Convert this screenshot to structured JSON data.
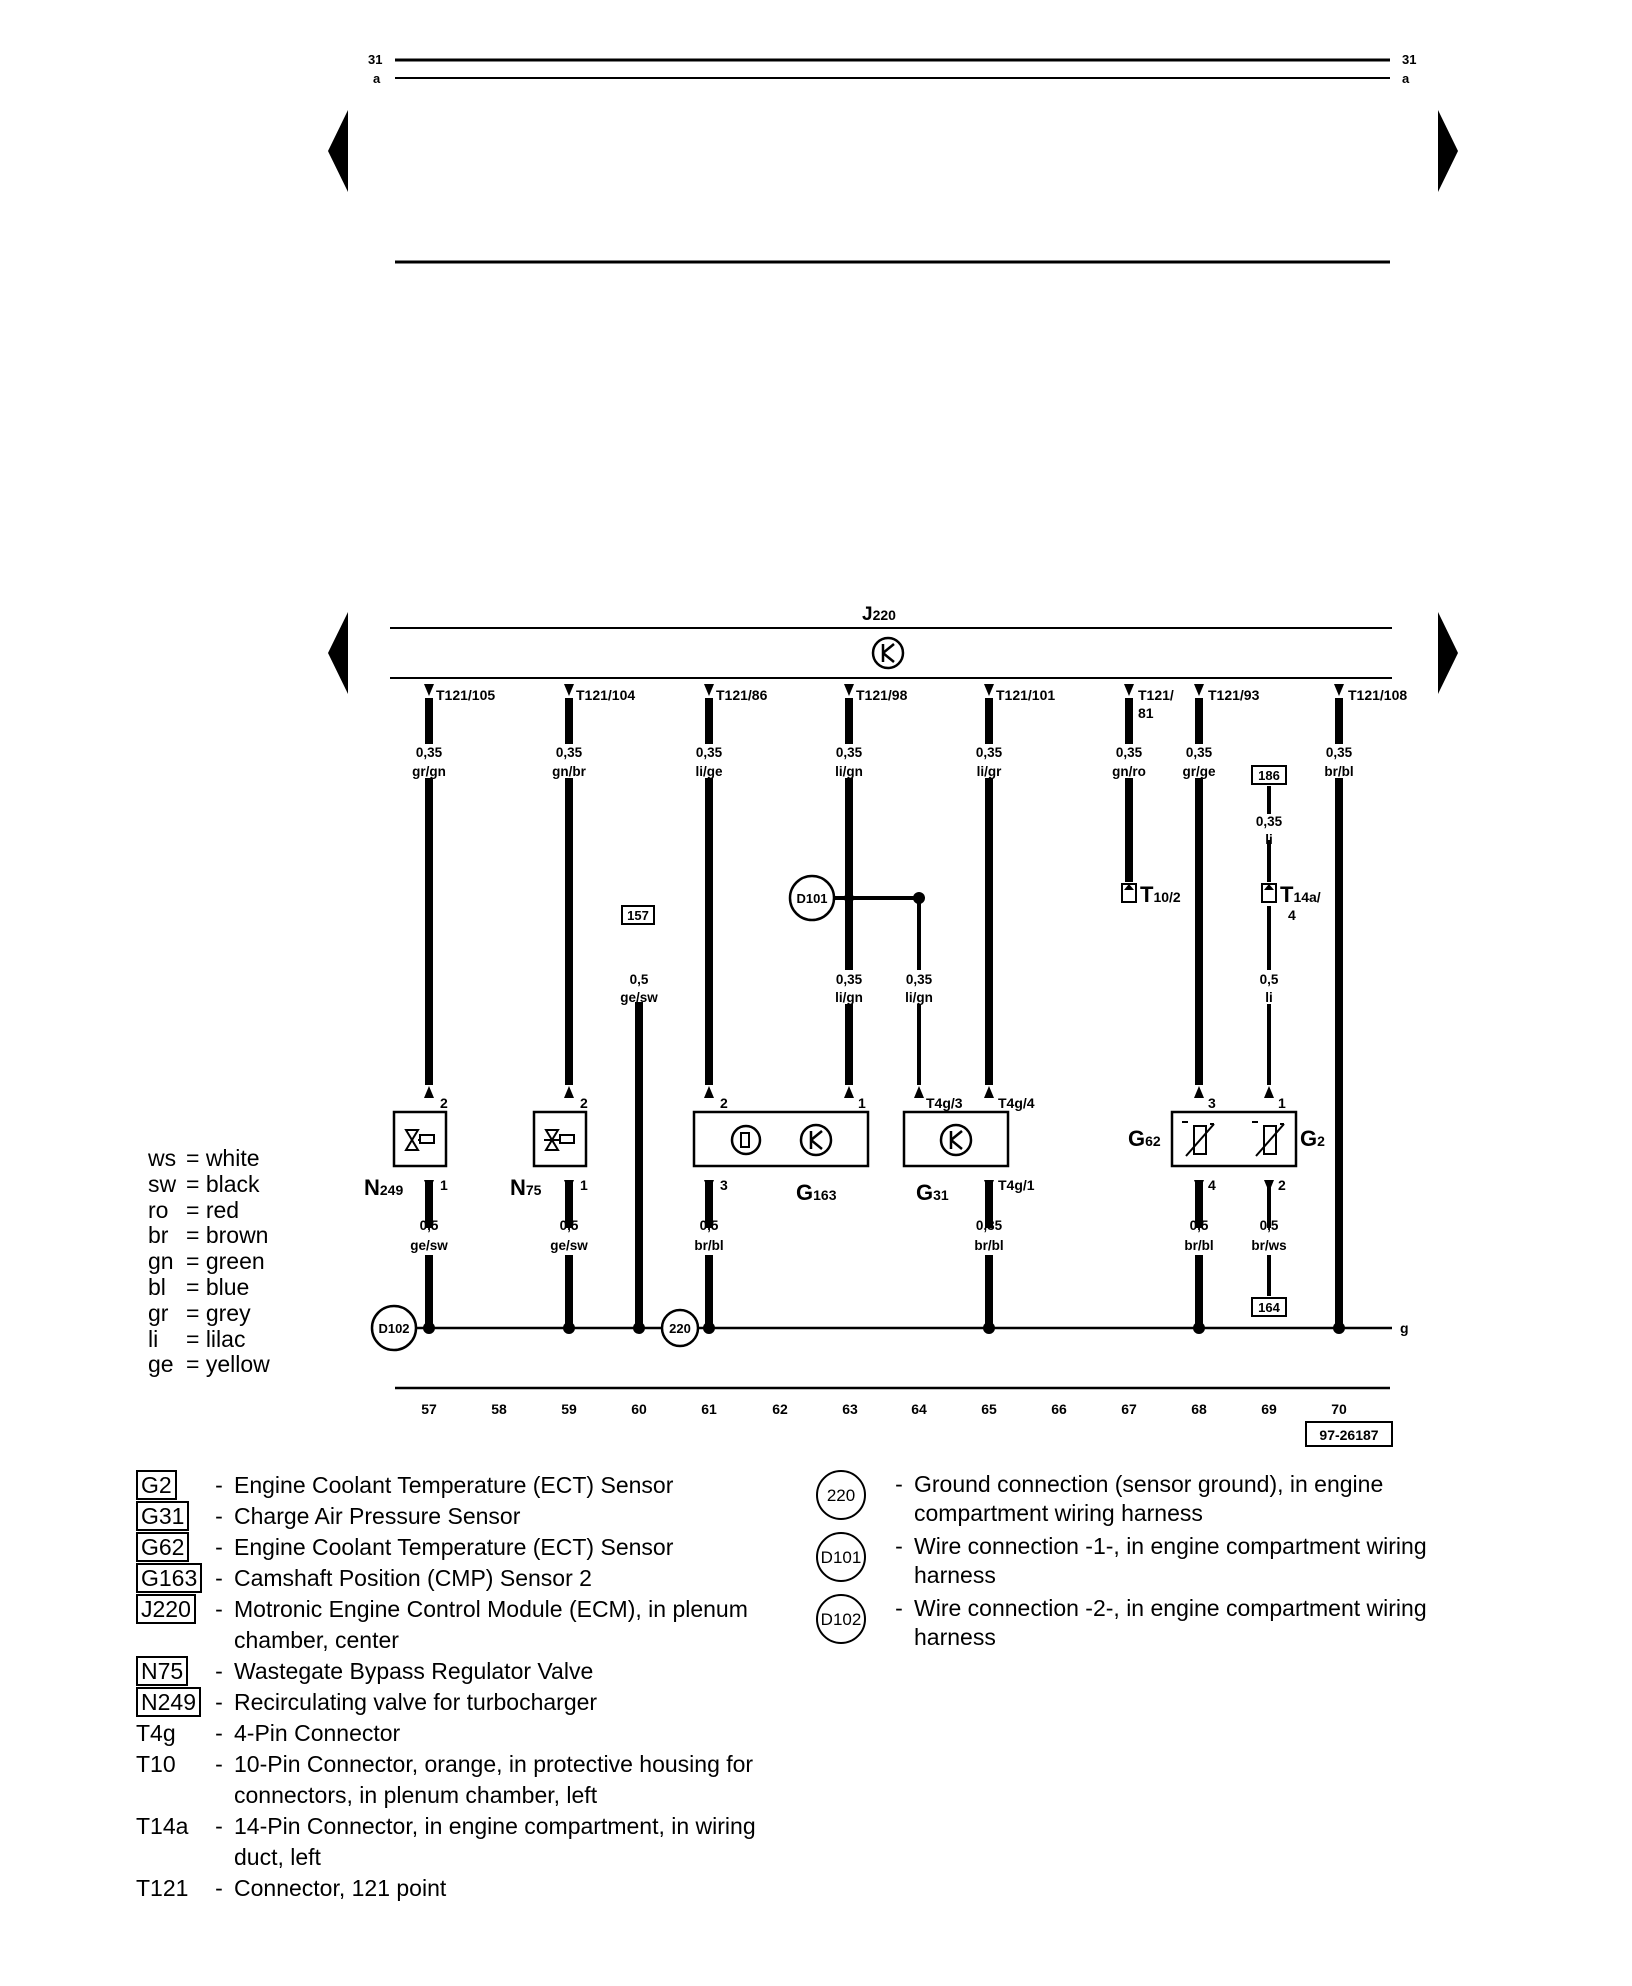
{
  "diagram": {
    "id_label": "97-26187",
    "top_bus": {
      "line1": "31",
      "line2": "a"
    },
    "bottom_bus_label": "g",
    "module": {
      "code": "J",
      "sub": "220"
    },
    "terminals": [
      "T121/105",
      "T121/104",
      "T121/86",
      "T121/98",
      "T121/101",
      "T121/",
      "81",
      "T121/93",
      "T121/108"
    ],
    "wires": {
      "w57_top": [
        "0,35",
        "gr/gn"
      ],
      "w59_top": [
        "0,35",
        "gn/br"
      ],
      "w61_top": [
        "0,35",
        "li/ge"
      ],
      "w63_top": [
        "0,35",
        "li/gn"
      ],
      "w65_top": [
        "0,35",
        "li/gr"
      ],
      "w67_top": [
        "0,35",
        "gn/ro"
      ],
      "w68_top": [
        "0,35",
        "gr/ge"
      ],
      "w69_top": [
        "0,35",
        "li"
      ],
      "w70_top": [
        "0,35",
        "br/bl"
      ],
      "w60_mid": [
        "0,5",
        "ge/sw"
      ],
      "w63_mid": [
        "0,35",
        "li/gn"
      ],
      "w64_mid": [
        "0,35",
        "li/gn"
      ],
      "w69_mid": [
        "0,5",
        "li"
      ],
      "w57_bot": [
        "0,5",
        "ge/sw"
      ],
      "w59_bot": [
        "0,5",
        "ge/sw"
      ],
      "w61_bot": [
        "0,5",
        "br/bl"
      ],
      "w65_bot": [
        "0,35",
        "br/bl"
      ],
      "w68_bot": [
        "0,5",
        "br/bl"
      ],
      "w69_bot": [
        "0,5",
        "br/ws"
      ]
    },
    "refs": {
      "r157": "157",
      "r186": "186",
      "r164": "164"
    },
    "circles": {
      "d101": "D101",
      "d102": "D102",
      "c220": "220"
    },
    "connectors": {
      "t10": {
        "main": "T",
        "sub": "10/2"
      },
      "t14a": {
        "main": "T",
        "sub": "14a/",
        "line2": "4"
      }
    },
    "pins": {
      "n249_top": "2",
      "n249_bot": "1",
      "n75_top": "2",
      "n75_bot": "1",
      "g163_p2": "2",
      "g163_p1": "1",
      "g163_p3": "3",
      "g31_top_a": "T4g/3",
      "g31_top_b": "T4g/4",
      "g31_bot": "T4g/1",
      "g62_top": "3",
      "g62_bot": "4",
      "g2_top": "1",
      "g2_bot": "2"
    },
    "components": {
      "n249": {
        "code": "N",
        "sub": "249"
      },
      "n75": {
        "code": "N",
        "sub": "75"
      },
      "g163": {
        "code": "G",
        "sub": "163"
      },
      "g31": {
        "code": "G",
        "sub": "31"
      },
      "g62": {
        "code": "G",
        "sub": "62"
      },
      "g2": {
        "code": "G",
        "sub": "2"
      }
    },
    "tracks": [
      "57",
      "58",
      "59",
      "60",
      "61",
      "62",
      "63",
      "64",
      "65",
      "66",
      "67",
      "68",
      "69",
      "70"
    ]
  },
  "color_key": [
    {
      "abbr": "ws",
      "name": "= white"
    },
    {
      "abbr": "sw",
      "name": "= black"
    },
    {
      "abbr": "ro",
      "name": "= red"
    },
    {
      "abbr": "br",
      "name": "= brown"
    },
    {
      "abbr": "gn",
      "name": "= green"
    },
    {
      "abbr": "bl",
      "name": "= blue"
    },
    {
      "abbr": "gr",
      "name": "= grey"
    },
    {
      "abbr": "li",
      "name": "= lilac"
    },
    {
      "abbr": "ge",
      "name": "= yellow"
    }
  ],
  "legend": [
    {
      "code": "G2",
      "boxed": true,
      "desc": "Engine Coolant Temperature (ECT) Sensor"
    },
    {
      "code": "G31",
      "boxed": true,
      "desc": "Charge Air Pressure Sensor"
    },
    {
      "code": "G62",
      "boxed": true,
      "desc": "Engine Coolant Temperature (ECT) Sensor"
    },
    {
      "code": "G163",
      "boxed": true,
      "desc": "Camshaft Position (CMP) Sensor 2"
    },
    {
      "code": "J220",
      "boxed": true,
      "desc": "Motronic Engine Control Module (ECM), in plenum chamber, center"
    },
    {
      "code": "N75",
      "boxed": true,
      "desc": "Wastegate Bypass Regulator Valve"
    },
    {
      "code": "N249",
      "boxed": true,
      "desc": "Recirculating valve for turbocharger"
    },
    {
      "code": "T4g",
      "boxed": false,
      "desc": "4-Pin Connector"
    },
    {
      "code": "T10",
      "boxed": false,
      "desc": "10-Pin Connector, orange, in protective housing for connectors, in plenum chamber, left"
    },
    {
      "code": "T14a",
      "boxed": false,
      "desc": "14-Pin Connector, in engine compartment, in wiring duct, left"
    },
    {
      "code": "T121",
      "boxed": false,
      "desc": "Connector, 121 point"
    }
  ],
  "legend_right": [
    {
      "code": "220",
      "desc": "Ground connection (sensor ground), in engine compartment wiring harness"
    },
    {
      "code": "D101",
      "desc": "Wire connection -1-, in engine compartment wiring harness"
    },
    {
      "code": "D102",
      "desc": "Wire connection -2-, in engine compartment wiring harness"
    }
  ],
  "dash": "-"
}
